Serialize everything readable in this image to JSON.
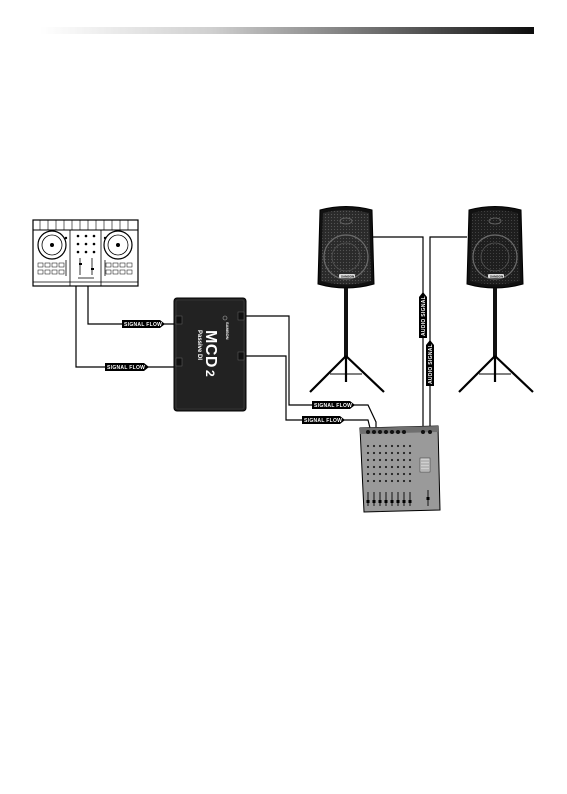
{
  "diagram": {
    "flow_labels": {
      "signal_flow": "SIGNAL FLOW",
      "audio_signal": "AUDIO SIGNAL"
    },
    "di_box": {
      "model": "MCD",
      "model_number": "2",
      "subtitle": "Passive DI",
      "brand": "SAMSON"
    },
    "speaker_badge": "SAMSON"
  }
}
